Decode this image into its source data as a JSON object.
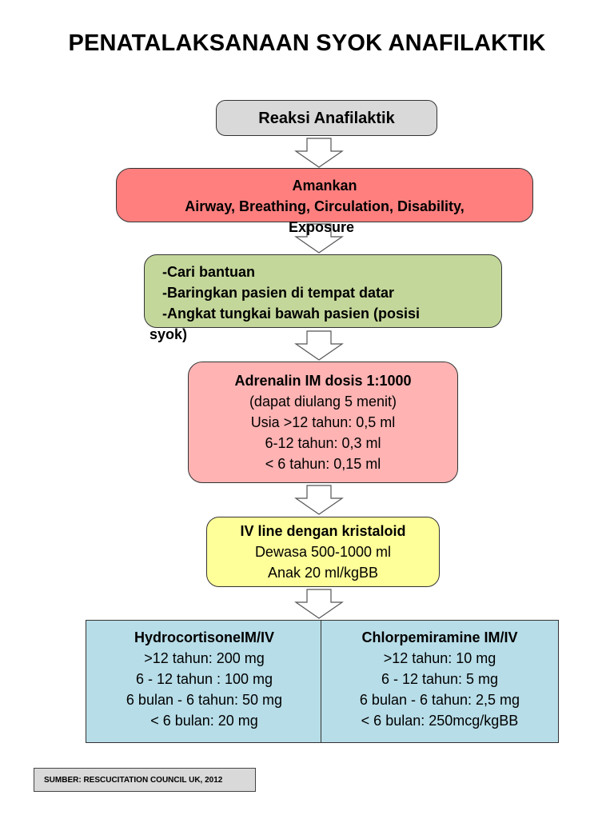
{
  "title": "PENATALAKSANAAN SYOK ANAFILAKTIK",
  "steps": {
    "reaksi": {
      "label": "Reaksi Anafilaktik"
    },
    "amankan": {
      "line1": "Amankan",
      "line2": "Airway, Breathing, Circulation, Disability,",
      "line3": "Exposure"
    },
    "tindakan": {
      "items": [
        "-Cari bantuan",
        "-Baringkan pasien di tempat datar",
        "-Angkat tungkai bawah pasien (posisi",
        "syok)"
      ]
    },
    "adrenalin": {
      "heading": "Adrenalin IM dosis 1:1000",
      "lines": [
        "(dapat diulang 5 menit)",
        "Usia >12 tahun: 0,5 ml",
        "6-12 tahun: 0,3 ml",
        "< 6 tahun: 0,15 ml"
      ]
    },
    "iv_line": {
      "heading": "IV line dengan kristaloid",
      "lines": [
        "Dewasa 500-1000 ml",
        "Anak 20 ml/kgBB"
      ]
    },
    "hydrocortisone": {
      "heading": "HydrocortisoneIM/IV",
      "lines": [
        ">12 tahun: 200 mg",
        "6 - 12 tahun : 100 mg",
        "6 bulan - 6 tahun: 50 mg",
        "< 6 bulan: 20 mg"
      ]
    },
    "chlorpemiramine": {
      "heading": "Chlorpemiramine IM/IV",
      "lines": [
        ">12 tahun: 10 mg",
        "6 - 12 tahun: 5 mg",
        "6 bulan - 6 tahun: 2,5 mg",
        "< 6 bulan: 250mcg/kgBB"
      ]
    }
  },
  "source": "SUMBER: RESCUCITATION COUNCIL UK, 2012",
  "colors": {
    "reaksi": "#d9d9d9",
    "amankan": "#ff7f7f",
    "tindakan": "#c4d79b",
    "adrenalin": "#ffb3b3",
    "iv_line": "#ffff99",
    "drug_boxes": "#b7dde8"
  }
}
